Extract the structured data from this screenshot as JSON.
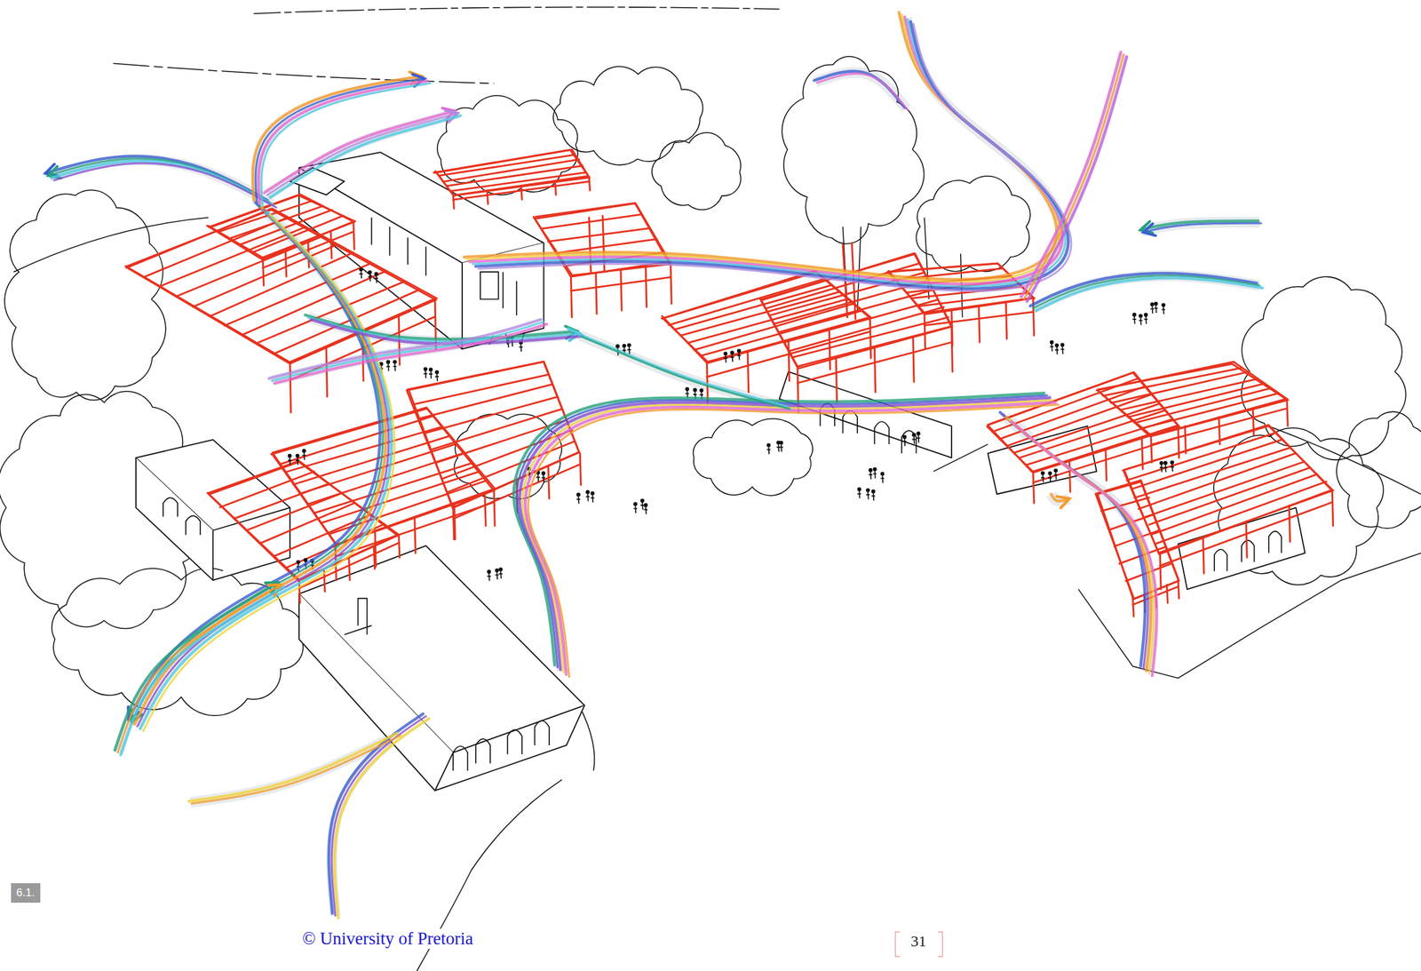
{
  "diagram": {
    "nodes": [
      {
        "text": [
          "6.1."
        ]
      }
    ],
    "labels": [
      "© University of Pretoria",
      "31"
    ]
  }
}
